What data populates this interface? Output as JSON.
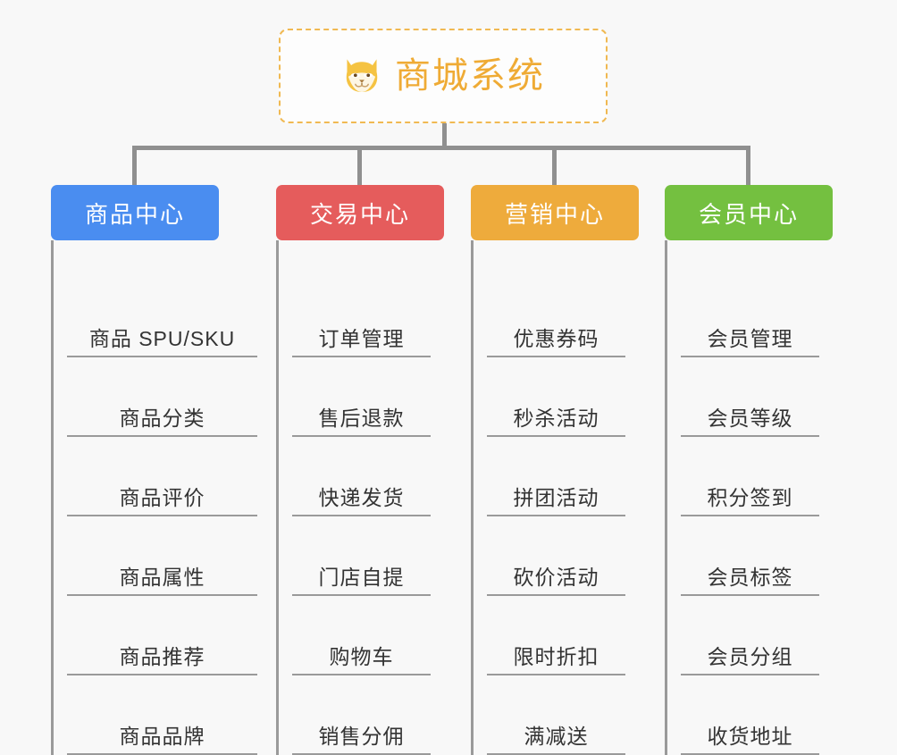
{
  "page": {
    "background_color": "#f8f8f8",
    "line_color": "#9a9a9a"
  },
  "root": {
    "title": "商城系统",
    "icon": "shiba-dog-face-icon",
    "border_color": "#f0b952",
    "text_color": "#efab35"
  },
  "branches": [
    {
      "title": "商品中心",
      "color": "#4a8df0",
      "items": [
        "商品 SPU/SKU",
        "商品分类",
        "商品评价",
        "商品属性",
        "商品推荐",
        "商品品牌"
      ]
    },
    {
      "title": "交易中心",
      "color": "#e55c5c",
      "items": [
        "订单管理",
        "售后退款",
        "快递发货",
        "门店自提",
        "购物车",
        "销售分佣"
      ]
    },
    {
      "title": "营销中心",
      "color": "#eeab3c",
      "items": [
        "优惠券码",
        "秒杀活动",
        "拼团活动",
        "砍价活动",
        "限时折扣",
        "满减送"
      ]
    },
    {
      "title": "会员中心",
      "color": "#74c040",
      "items": [
        "会员管理",
        "会员等级",
        "积分签到",
        "会员标签",
        "会员分组",
        "收货地址"
      ]
    }
  ]
}
